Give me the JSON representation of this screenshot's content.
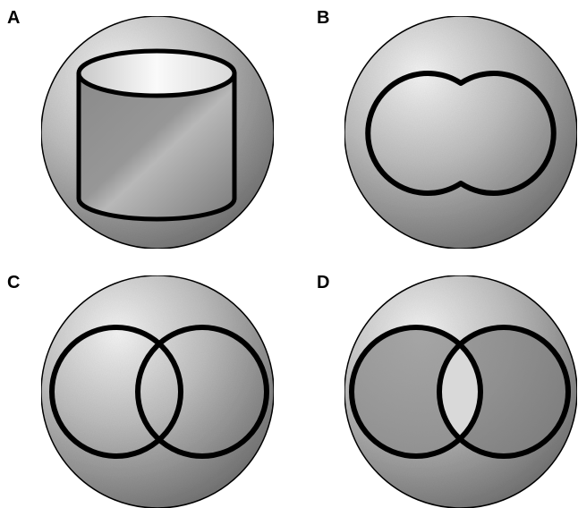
{
  "panels": [
    {
      "label": "A"
    },
    {
      "label": "B"
    },
    {
      "label": "C"
    },
    {
      "label": "D"
    }
  ],
  "colors": {
    "outline": "#000000",
    "sphere_light": "#f2f2f2",
    "sphere_dark": "#6a6a6a",
    "background": "#ffffff"
  }
}
